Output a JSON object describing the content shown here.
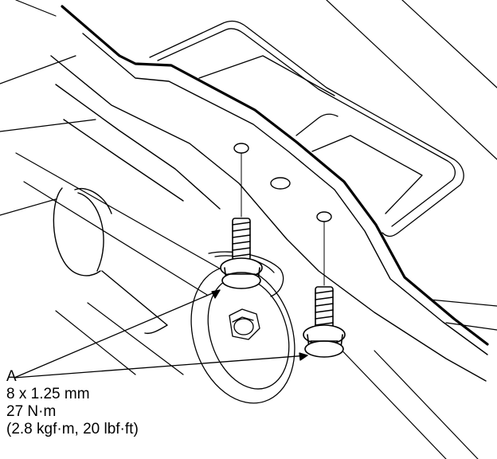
{
  "callout": {
    "label": "A",
    "size": "8 x 1.25 mm",
    "torque_nm": "27 N·m",
    "torque_alt": "(2.8 kgf·m, 20 lbf·ft)"
  },
  "colors": {
    "line": "#000000",
    "background": "#ffffff"
  }
}
